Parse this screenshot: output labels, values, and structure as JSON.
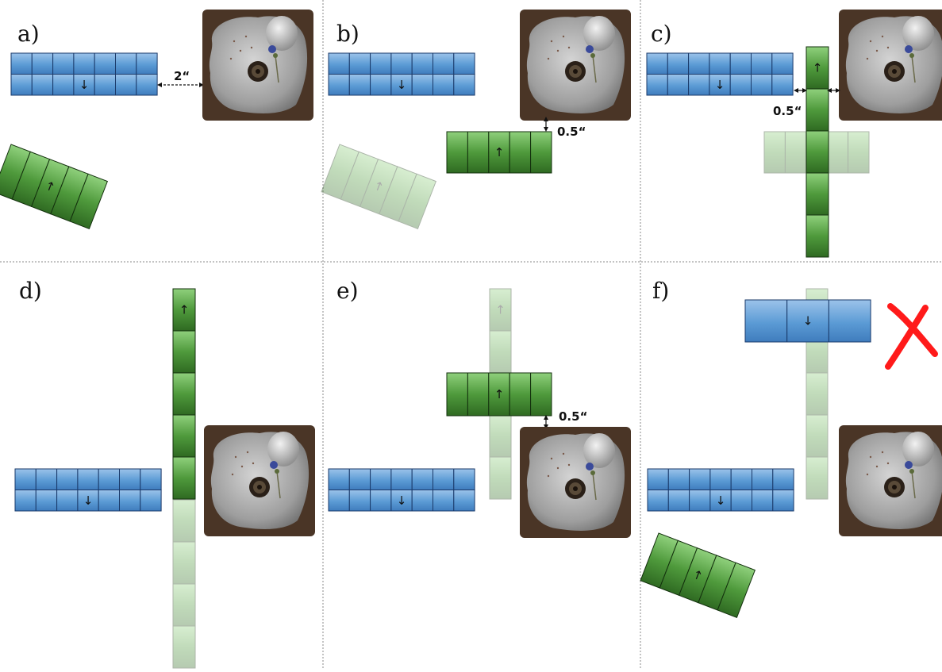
{
  "panels": [
    {
      "id": "a",
      "label": "a)"
    },
    {
      "id": "b",
      "label": "b)"
    },
    {
      "id": "c",
      "label": "c)"
    },
    {
      "id": "d",
      "label": "d)"
    },
    {
      "id": "e",
      "label": "e)"
    },
    {
      "id": "f",
      "label": "f)"
    }
  ],
  "measurements": {
    "a": "2“",
    "b": "0.5“",
    "c": "0.5“",
    "e": "0.5“"
  },
  "glyphs": {
    "up_arrow": "↑",
    "down_arrow": "↓"
  },
  "colors": {
    "blue_base": "#5b9bd5",
    "green_base": "#4f9a3c",
    "cross": "#ff1a1a",
    "rock": "#9c9c9c",
    "rock_border": "#4a3526"
  }
}
